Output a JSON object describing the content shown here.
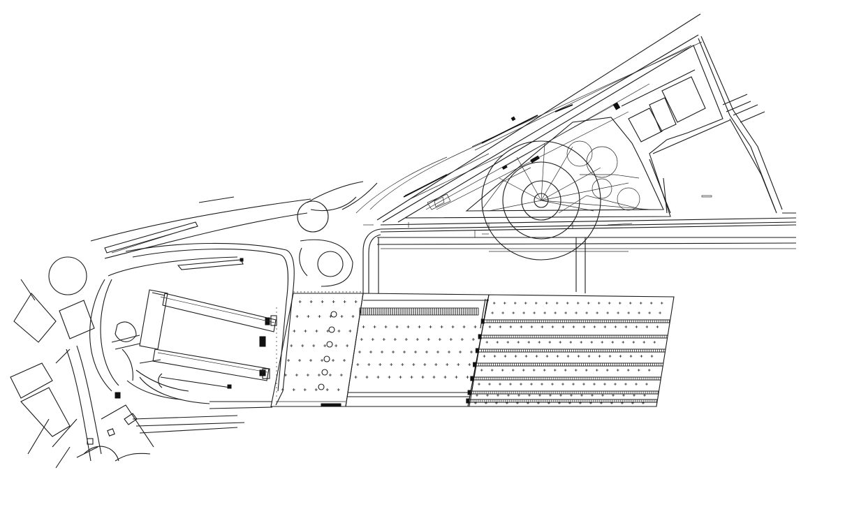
{
  "drawing": {
    "kind": "site-plan",
    "line_color": "#1a1a1a",
    "background": "#ffffff"
  },
  "features": [
    {
      "id": "railway-tracks",
      "icon": "track-lines"
    },
    {
      "id": "radial-garden",
      "icon": "circle-garden"
    },
    {
      "id": "station-building",
      "icon": "building"
    },
    {
      "id": "platform-canopy",
      "icon": "grid-area"
    },
    {
      "id": "platform-rows",
      "icon": "platform-strips"
    },
    {
      "id": "roundabouts",
      "icon": "circle-road"
    },
    {
      "id": "urban-blocks",
      "icon": "city-blocks"
    }
  ]
}
